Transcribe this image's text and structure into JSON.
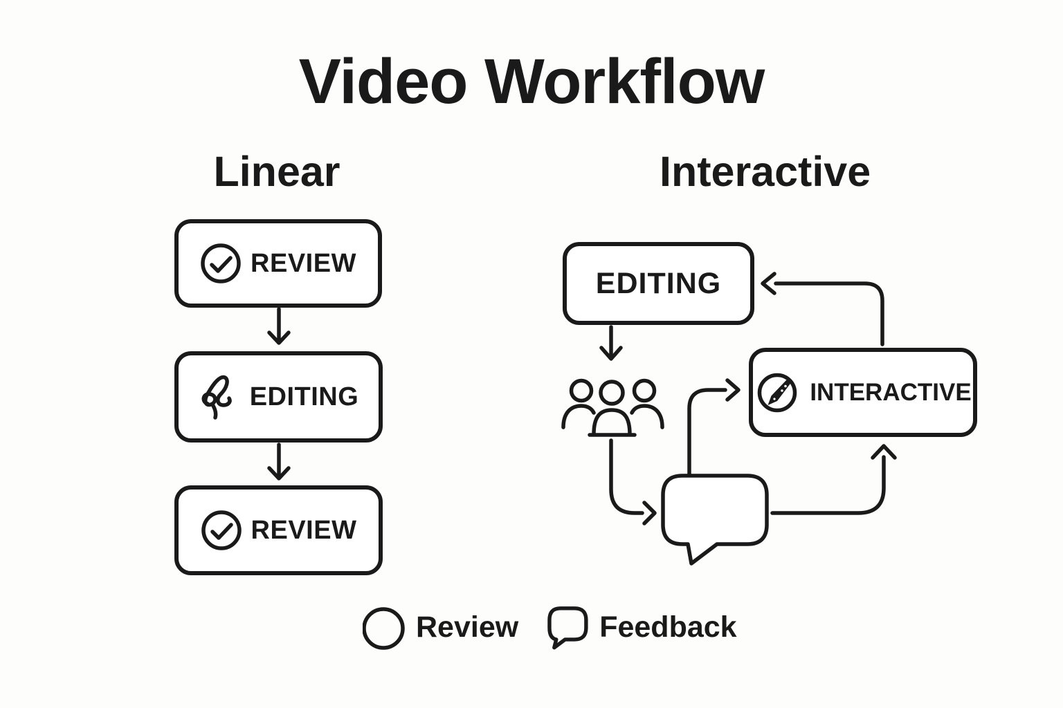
{
  "title": "Video Workflow",
  "colors": {
    "ink": "#1a1a1a",
    "background": "#fdfdfc"
  },
  "columns": {
    "linear": {
      "heading": "Linear"
    },
    "interactive": {
      "heading": "Interactive"
    }
  },
  "linear_flow": {
    "steps": [
      {
        "label": "REVIEW",
        "icon": "check-circle-icon"
      },
      {
        "label": "EDITING",
        "icon": "scribble-icon"
      },
      {
        "label": "REVIEW",
        "icon": "check-circle-icon"
      }
    ],
    "connections": [
      "REVIEW -> EDITING",
      "EDITING -> REVIEW"
    ]
  },
  "interactive_flow": {
    "nodes": {
      "editing": {
        "label": "EDITING"
      },
      "audience": {
        "icon": "people-icon"
      },
      "feedback": {
        "icon": "speech-bubble-icon"
      },
      "interactive": {
        "label": "INTERACTIVE",
        "icon": "pen-badge-icon"
      }
    },
    "connections": [
      "EDITING -> audience",
      "audience -> feedback",
      "feedback -> INTERACTIVE (left)",
      "feedback -> INTERACTIVE (bottom)",
      "INTERACTIVE -> EDITING"
    ]
  },
  "legend": {
    "items": [
      {
        "label": "Review",
        "icon": "circle-icon"
      },
      {
        "label": "Feedback",
        "icon": "speech-bubble-icon"
      }
    ]
  }
}
